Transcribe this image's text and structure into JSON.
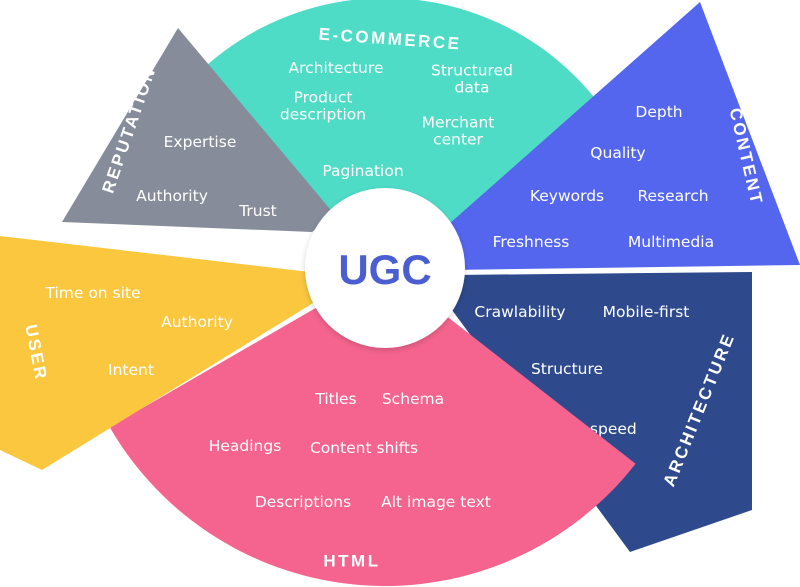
{
  "center": {
    "label": "UGC"
  },
  "segments": [
    {
      "id": "ecommerce",
      "title": "E-COMMERCE",
      "color": "#4fdcc7",
      "items": [
        "Architecture",
        "Structured\ndata",
        "Product\ndescription",
        "Merchant\ncenter",
        "Pagination"
      ]
    },
    {
      "id": "content",
      "title": "CONTENT",
      "color": "#5566ee",
      "items": [
        "Depth",
        "Quality",
        "Keywords",
        "Research",
        "Freshness",
        "Multimedia"
      ]
    },
    {
      "id": "architecture",
      "title": "ARCHITECTURE",
      "color": "#2e4a8c",
      "items": [
        "Crawlability",
        "Mobile-first",
        "Structure",
        "Site speed"
      ]
    },
    {
      "id": "html",
      "title": "HTML",
      "color": "#f5648e",
      "items": [
        "Titles",
        "Schema",
        "Headings",
        "Content shifts",
        "Descriptions",
        "Alt image text"
      ]
    },
    {
      "id": "user",
      "title": "USER",
      "color": "#fbc73f",
      "items": [
        "Time on site",
        "Authority",
        "Intent"
      ]
    },
    {
      "id": "reputation",
      "title": "REPUTATION",
      "color": "#868c99",
      "items": [
        "Expertise",
        "Authority",
        "Trust"
      ]
    }
  ]
}
